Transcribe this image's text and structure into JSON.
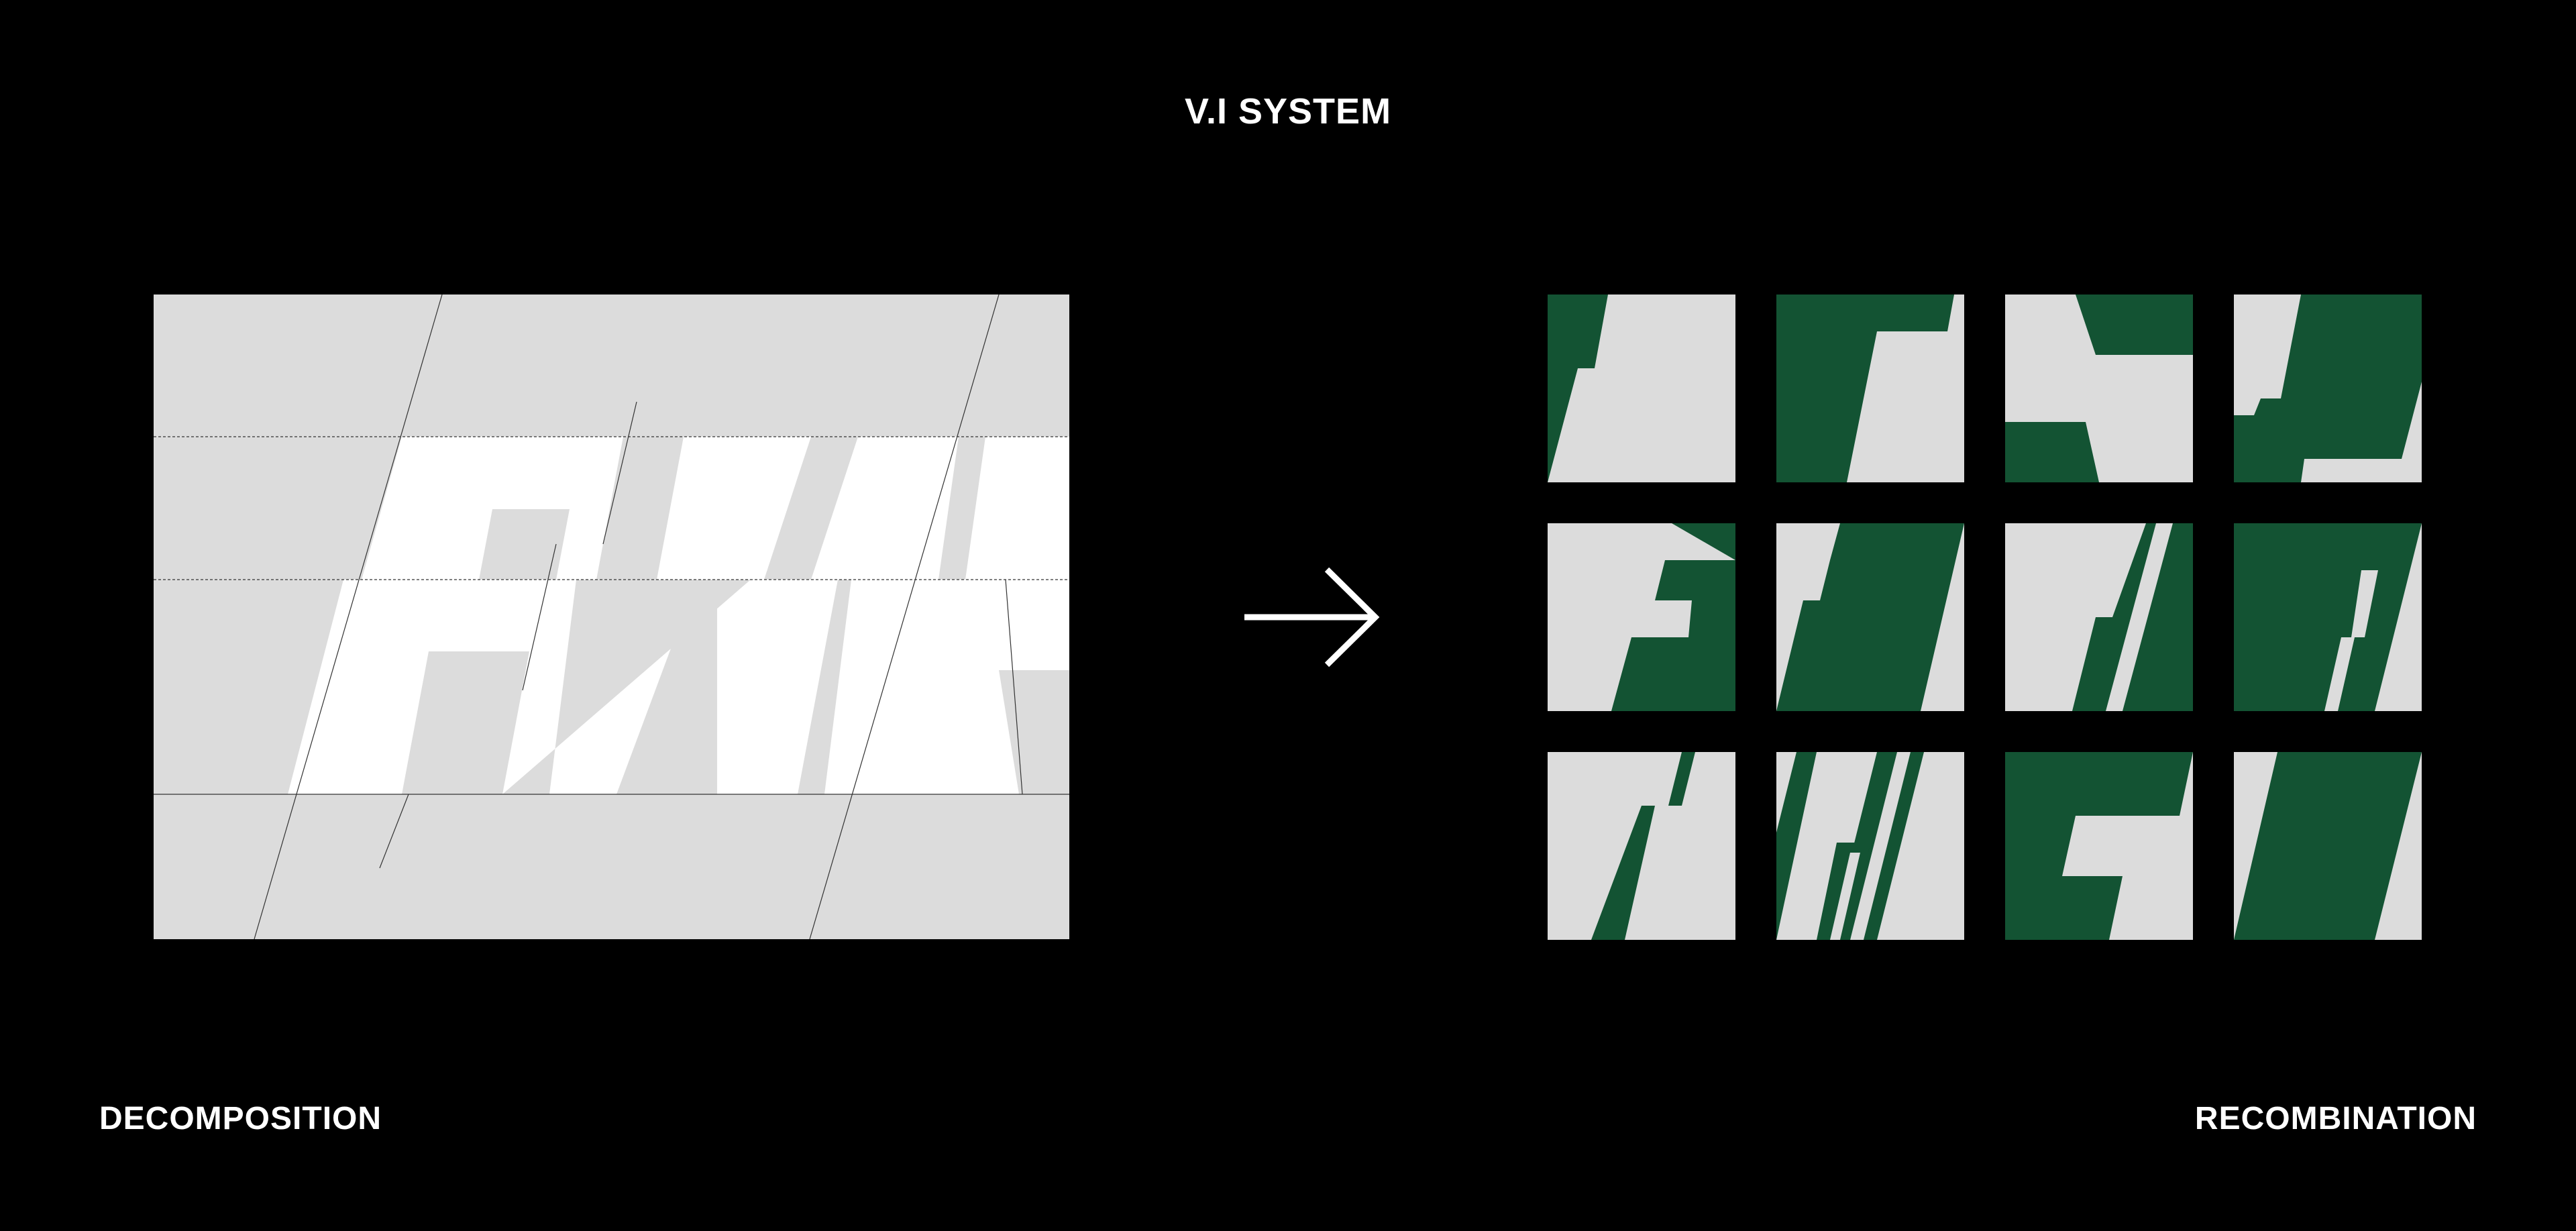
{
  "header": {
    "title": "V.I SYSTEM"
  },
  "labels": {
    "left": "DECOMPOSITION",
    "right": "RECOMBINATION"
  },
  "colors": {
    "background": "#000000",
    "panel": "#dcdcdc",
    "letters": "#ffffff",
    "accent_green": "#135333"
  },
  "decomposition": {
    "letters": "FAI"
  },
  "recombination": {
    "tile_count": 12,
    "rows": 3,
    "columns": 4
  }
}
